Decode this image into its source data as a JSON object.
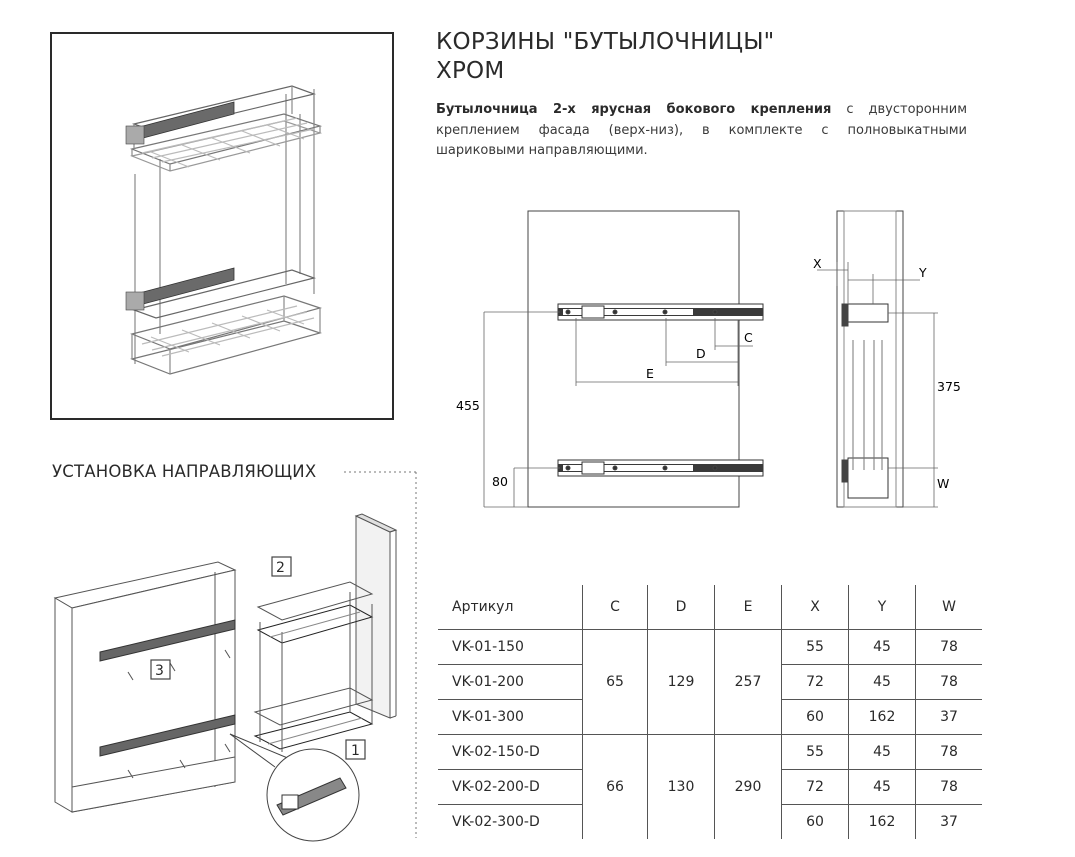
{
  "header": {
    "title_line1": "КОРЗИНЫ \"БУТЫЛОЧНИЦЫ\"",
    "title_line2": "ХРОМ"
  },
  "description": {
    "bold": "Бутылочница 2-х ярусная бокового крепления",
    "rest": " с двусторонним креплением фасада (верх-низ), в комплекте с полновыкатными шариковыми направляющими."
  },
  "install": {
    "title": "УСТАНОВКА НАПРАВЛЯЮЩИХ",
    "step1": "1",
    "step2": "2",
    "step3": "3"
  },
  "drawing": {
    "label_455": "455",
    "label_80": "80",
    "label_E": "E",
    "label_D": "D",
    "label_C": "C",
    "label_X": "X",
    "label_Y": "Y",
    "label_375": "375",
    "label_W": "W"
  },
  "table": {
    "headers": [
      "Артикул",
      "C",
      "D",
      "E",
      "X",
      "Y",
      "W"
    ],
    "groups": [
      {
        "C": "65",
        "D": "129",
        "E": "257",
        "rows": [
          {
            "article": "VK-01-150",
            "X": "55",
            "Y": "45",
            "W": "78"
          },
          {
            "article": "VK-01-200",
            "X": "72",
            "Y": "45",
            "W": "78"
          },
          {
            "article": "VK-01-300",
            "X": "60",
            "Y": "162",
            "W": "37"
          }
        ]
      },
      {
        "C": "66",
        "D": "130",
        "E": "290",
        "rows": [
          {
            "article": "VK-02-150-D",
            "X": "55",
            "Y": "45",
            "W": "78"
          },
          {
            "article": "VK-02-200-D",
            "X": "72",
            "Y": "45",
            "W": "78"
          },
          {
            "article": "VK-02-300-D",
            "X": "60",
            "Y": "162",
            "W": "37"
          }
        ]
      }
    ]
  }
}
